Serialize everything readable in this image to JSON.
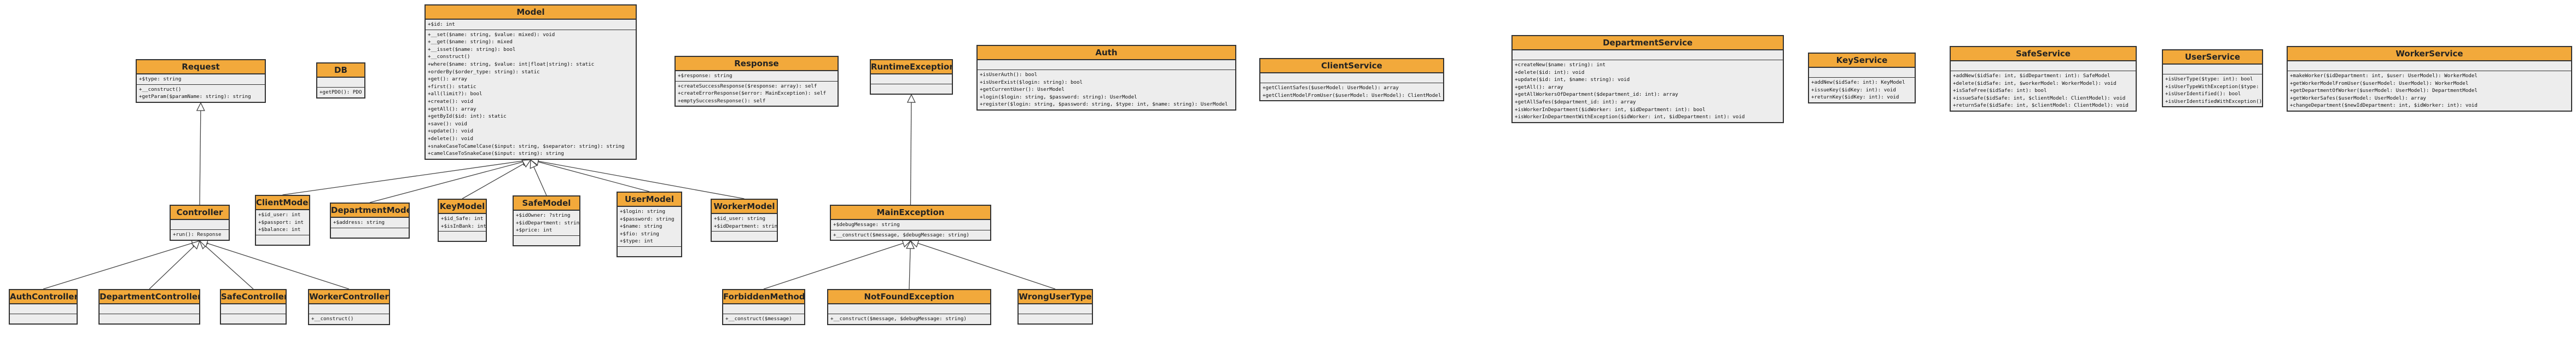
{
  "classes": [
    {
      "id": "Request",
      "name": "Request",
      "fields": [
        "+$type: string"
      ],
      "methods": [
        "+__construct()",
        "+getParam($paramName: string): string"
      ]
    },
    {
      "id": "DB",
      "name": "DB",
      "fields": [],
      "methods": [
        "+getPDO(): PDO"
      ]
    },
    {
      "id": "Model",
      "name": "Model",
      "fields": [
        "+$id: int"
      ],
      "methods": [
        "+__set($name: string, $value: mixed): void",
        "+__get($name: string): mixed",
        "+__isset($name: string): bool",
        "+__construct()",
        "+where($name: string, $value: int|float|string): static",
        "+orderBy($order_type: string): static",
        "+get(): array",
        "+first(): static",
        "+all(limit?): bool",
        "+create(): void",
        "+getAll(): array",
        "+getById($id: int): static",
        "+save(): void",
        "+update(): void",
        "+delete(): void",
        "+snakeCaseToCamelCase($input: string, $separator: string): string",
        "+camelCaseToSnakeCase($input: string): string"
      ]
    },
    {
      "id": "Response",
      "name": "Response",
      "fields": [
        "+$response: string"
      ],
      "methods": [
        "+createSuccessResponse($response: array): self",
        "+createErrorResponse($error: MainException): self",
        "+emptySuccessResponse(): self"
      ]
    },
    {
      "id": "RuntimeException",
      "name": "RuntimeException",
      "fields": [],
      "methods": []
    },
    {
      "id": "Auth",
      "name": "Auth",
      "fields": [],
      "methods": [
        "+isUserAuth(): bool",
        "+isUserExist($login: string): bool",
        "+getCurrentUser(): UserModel",
        "+login($login: string, $password: string): UserModel",
        "+register($login: string, $password: string, $type: int, $name: string): UserModel"
      ]
    },
    {
      "id": "ClientService",
      "name": "ClientService",
      "fields": [],
      "methods": [
        "+getClientSafes($userModel: UserModel): array",
        "+getClientModelFromUser($userModel: UserModel): ClientModel"
      ]
    },
    {
      "id": "DepartmentService",
      "name": "DepartmentService",
      "fields": [],
      "methods": [
        "+createNew($name: string): int",
        "+delete($id: int): void",
        "+update($id: int, $name: string): void",
        "+getAll(): array",
        "+getAllWorkersOfDepartment($department_id: int): array",
        "+getAllSafes($department_id: int): array",
        "+isWorkerInDepartment($idWorker: int, $idDepartment: int): bool",
        "+isWorkerInDepartmentWithException($idWorker: int, $idDepartment: int): void"
      ]
    },
    {
      "id": "KeyService",
      "name": "KeyService",
      "fields": [],
      "methods": [
        "+addNew($idSafe: int): KeyModel",
        "+issueKey($idKey: int): void",
        "+returnKey($idKey: int): void"
      ]
    },
    {
      "id": "SafeService",
      "name": "SafeService",
      "fields": [],
      "methods": [
        "+addNew($idSafe: int, $idDepartment: int): SafeModel",
        "+delete($idSafe: int, $workerModel: WorkerModel): void",
        "+isSafeFree($idSafe: int): bool",
        "+issueSafe($idSafe: int, $clientModel: ClientModel): void",
        "+returnSafe($idSafe: int, $clientModel: ClientModel): void"
      ]
    },
    {
      "id": "UserService",
      "name": "UserService",
      "fields": [],
      "methods": [
        "+isUserType($type: int): bool",
        "+isUserTypeWithException($type: int): void",
        "+isUserIdentified(): bool",
        "+isUserIdentifiedWithException(): void"
      ]
    },
    {
      "id": "WorkerService",
      "name": "WorkerService",
      "fields": [],
      "methods": [
        "+makeWorker($idDepartment: int, $user: UserModel): WorkerModel",
        "+getWorkerModelFromUser($userModel: UserModel): WorkerModel",
        "+getDepartmentOfWorker($userModel: UserModel): DepartmentModel",
        "+getWorkerSafes($userModel: UserModel): array",
        "+changeDepartment($newIdDepartment: int, $idWorker: int): void"
      ]
    },
    {
      "id": "Controller",
      "name": "Controller",
      "fields": [],
      "methods": [
        "+run(): Response"
      ]
    },
    {
      "id": "ClientModel",
      "name": "ClientModel",
      "fields": [
        "+$id_user: int",
        "+$passport: int",
        "+$balance: int"
      ],
      "methods": []
    },
    {
      "id": "DepartmentModel",
      "name": "DepartmentModel",
      "fields": [
        "+$address: string"
      ],
      "methods": []
    },
    {
      "id": "KeyModel",
      "name": "KeyModel",
      "fields": [
        "+$id_Safe: int",
        "+$isInBank: int"
      ],
      "methods": []
    },
    {
      "id": "SafeModel",
      "name": "SafeModel",
      "fields": [
        "+$idOwner: ?string",
        "+$idDepartment: string",
        "+$price: int"
      ],
      "methods": []
    },
    {
      "id": "UserModel",
      "name": "UserModel",
      "fields": [
        "+$login: string",
        "+$password: string",
        "+$name: string",
        "+$fio: string",
        "+$type: int"
      ],
      "methods": []
    },
    {
      "id": "WorkerModel",
      "name": "WorkerModel",
      "fields": [
        "+$id_user: string",
        "+$idDepartment: string"
      ],
      "methods": []
    },
    {
      "id": "MainException",
      "name": "MainException",
      "fields": [
        "+$debugMessage: string"
      ],
      "methods": [
        "+__construct($message, $debugMessage: string)"
      ]
    },
    {
      "id": "AuthController",
      "name": "AuthController",
      "fields": [],
      "methods": []
    },
    {
      "id": "DepartmentController",
      "name": "DepartmentController",
      "fields": [],
      "methods": []
    },
    {
      "id": "SafeController",
      "name": "SafeController",
      "fields": [],
      "methods": []
    },
    {
      "id": "WorkerController",
      "name": "WorkerController",
      "fields": [],
      "methods": [
        "+__construct()"
      ]
    },
    {
      "id": "ForbiddenMethod",
      "name": "ForbiddenMethod",
      "fields": [],
      "methods": [
        "+__construct($message)"
      ]
    },
    {
      "id": "NotFoundException",
      "name": "NotFoundException",
      "fields": [],
      "methods": [
        "+__construct($message, $debugMessage: string)"
      ]
    },
    {
      "id": "WrongUserType",
      "name": "WrongUserType",
      "fields": [],
      "methods": []
    }
  ],
  "relations": [
    {
      "from": "Controller",
      "to": "Request",
      "type": "inheritance"
    },
    {
      "from": "AuthController",
      "to": "Controller",
      "type": "inheritance"
    },
    {
      "from": "DepartmentController",
      "to": "Controller",
      "type": "inheritance"
    },
    {
      "from": "SafeController",
      "to": "Controller",
      "type": "inheritance"
    },
    {
      "from": "WorkerController",
      "to": "Controller",
      "type": "inheritance"
    },
    {
      "from": "ClientModel",
      "to": "Model",
      "type": "inheritance"
    },
    {
      "from": "DepartmentModel",
      "to": "Model",
      "type": "inheritance"
    },
    {
      "from": "KeyModel",
      "to": "Model",
      "type": "inheritance"
    },
    {
      "from": "SafeModel",
      "to": "Model",
      "type": "inheritance"
    },
    {
      "from": "UserModel",
      "to": "Model",
      "type": "inheritance"
    },
    {
      "from": "WorkerModel",
      "to": "Model",
      "type": "inheritance"
    },
    {
      "from": "MainException",
      "to": "RuntimeException",
      "type": "inheritance"
    },
    {
      "from": "ForbiddenMethod",
      "to": "MainException",
      "type": "inheritance"
    },
    {
      "from": "NotFoundException",
      "to": "MainException",
      "type": "inheritance"
    },
    {
      "from": "WrongUserType",
      "to": "MainException",
      "type": "inheritance"
    }
  ],
  "colors": {
    "header": "#f2a93b",
    "body": "#ededed",
    "border": "#333333",
    "edge": "#444444"
  }
}
